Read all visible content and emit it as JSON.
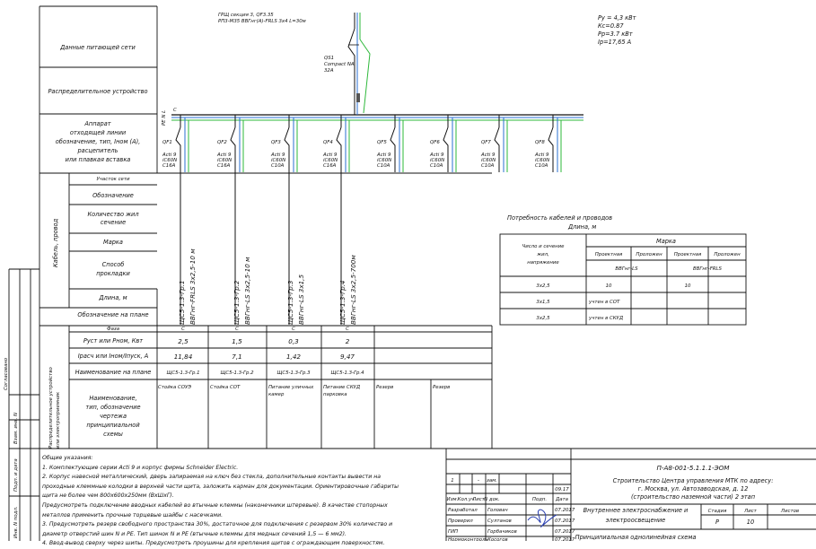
{
  "feed": {
    "line1": "ГРЩ секция 3, QF3.35",
    "line2": "РП3-М35 ВВГнг(А)-FRLS 3х4 L=30м",
    "breaker_name": "QS1",
    "breaker_model": "Compact NA",
    "breaker_rating": "32А"
  },
  "power_summary": {
    "py": "Py = 4,3 кВт",
    "kc": "Кс=0.87",
    "pp": "Рр=3.7 кВт",
    "ip": "Iр=17,65 А"
  },
  "busbar_labels": {
    "c": "С",
    "phases": "PE N L"
  },
  "left_labels": {
    "supply_data": "Данные питающей сети",
    "distribution_device": "Распределительное устройство",
    "apparatus": "Аппарат\nотходящей линии\nобозначение, тип, Iном (А),\nрасцепитель\nили плавкая вставка",
    "cables_group": "Кабель, провод",
    "section": "Участок сети",
    "designation": "Обозначение",
    "cores": "Количество жил\nсечение",
    "mark": "Марка",
    "laying": "Способ\nпрокладки",
    "length": "Длина, м",
    "plan_designation": "Обозначение на плане",
    "receiver_group": "Распределительное устройство\nили электроприемник",
    "phase": "Фаза",
    "power": "Руст или Рном, Квт",
    "current": "Iрасч или Iном/Iпуск, А",
    "plan_name": "Наименование на плане",
    "receiver_name": "Наименование,\nтип, обозначение\nчертежа\nпринципиальной\nсхемы"
  },
  "breakers": [
    {
      "id": "QF1",
      "model": "Acti 9",
      "type": "iC60N",
      "rating": "C16A"
    },
    {
      "id": "QF2",
      "model": "Acti 9",
      "type": "iC60N",
      "rating": "C16A"
    },
    {
      "id": "QF3",
      "model": "Acti 9",
      "type": "iC60N",
      "rating": "C10A"
    },
    {
      "id": "QF4",
      "model": "Acti 9",
      "type": "iC60N",
      "rating": "C16A"
    },
    {
      "id": "QF5",
      "model": "Acti 9",
      "type": "iC60N",
      "rating": "C10A"
    },
    {
      "id": "QF6",
      "model": "Acti 9",
      "type": "iC60N",
      "rating": "C10A"
    },
    {
      "id": "QF7",
      "model": "Acti 9",
      "type": "iC60N",
      "rating": "C10A"
    },
    {
      "id": "QF8",
      "model": "Acti 9",
      "type": "iC60N",
      "rating": "C10A"
    }
  ],
  "cables": [
    {
      "designation": "ЩС5-1.3-Гр.1",
      "spec": "ВВГнг-FRLS 3х2,5-10 м"
    },
    {
      "designation": "ЩС5-1.3-Гр.2",
      "spec": "ВВГнг-LS 3х2,5-10 м"
    },
    {
      "designation": "ЩС5-1.3-Гр.3",
      "spec": "ВВГнг-LS 3х1,5"
    },
    {
      "designation": "ЩС5-1.3-Гр.4",
      "spec": "ВВГнг-LS 3х2,5-700м"
    }
  ],
  "receivers": [
    {
      "phase": "С",
      "power": "2,5",
      "current": "11,84",
      "plan": "ЩС5-1.3-Гр.1",
      "name": "Стойка СОУЭ"
    },
    {
      "phase": "С",
      "power": "1,5",
      "current": "7,1",
      "plan": "ЩС5-1.3-Гр.2",
      "name": "Стойка СОТ"
    },
    {
      "phase": "С",
      "power": "0,3",
      "current": "1,42",
      "plan": "ЩС5-1.3-Гр.3",
      "name": "Питание уличных камер"
    },
    {
      "phase": "С",
      "power": "2",
      "current": "9,47",
      "plan": "ЩС5-1.3-Гр.4",
      "name": "Питание СКУД парковка"
    },
    {
      "phase": "",
      "power": "",
      "current": "",
      "plan": "",
      "name": "Резерв"
    },
    {
      "phase": "",
      "power": "",
      "current": "",
      "plan": "",
      "name": "Резерв"
    }
  ],
  "cable_demand": {
    "title": "Потребность кабелей и проводов",
    "subtitle": "Длина, м",
    "col_section": "Число и сечение\nжил,\nнапряжение",
    "col_mark": "Марка",
    "col_project": "Проектная",
    "col_laid": "Проложен",
    "brand1": "ВВГнг-LS",
    "brand2": "ВВГнг-FRLS",
    "rows": [
      {
        "section": "3х2,5",
        "p1": "10",
        "l1": "",
        "p2": "10",
        "l2": ""
      },
      {
        "section": "3х1,5",
        "p1": "учтен в СОТ",
        "l1": "",
        "p2": "",
        "l2": ""
      },
      {
        "section": "3х2,5",
        "p1": "учтен в СКУД",
        "l1": "",
        "p2": "",
        "l2": ""
      }
    ]
  },
  "notes": {
    "title": "Общие указания:",
    "lines": [
      "1. Комплектующие серии Acti 9 и корпус фирмы Schneider Electric.",
      "2. Корпус навесной металлический, дверь запираемая на ключ без стекла, дополнительные контакты вывести на",
      "проходные клеммные колодки в верхней части щита, заложить карман для документации. Ориентировочные габариты",
      "щита не более чем 800х600х250мм (ВхШхГ).",
      "Предусмотреть подключение вводных кабелей во втычные клеммы (наконечники штеревые). В качестве стопорных",
      "металлов применить прочные торцевые шайбы с насечками.",
      "3. Предусмотреть резерв свободного пространства 30%, достаточное для подключения с резервом 30% количество и",
      "диаметр отверстий шин N и PE. Тип шинок N и PE (втычные клеммы для медных сечений 1,5 — 6 мм2).",
      "4. Ввод-вывод сверху через шипы. Предусмотреть проушины для крепления щитов с ограждающим поверхностям."
    ]
  },
  "stamp": {
    "doc_code": "П-А8-001-5.1.1.1-ЭОМ",
    "project_title": "Строительство Центра управления МТК по адресу:",
    "project_addr": "г. Москва, ул. Автозаводская, д. 12",
    "project_sub": "(строительство наземной части) 2 этап",
    "section_title": "Внутреннее электроснабжение и",
    "section_title2": "электроосвещение",
    "sheet_title": "Принципиальная однолинейная схема",
    "rev_row": {
      "n": "1",
      "dash": "-",
      "zam": "зам.",
      "date": "09.17"
    },
    "h_izm": "Изм.",
    "h_kol": "Кол.уч",
    "h_list": "Лист",
    "h_ndok": "N док.",
    "h_podp": "Подп.",
    "h_date": "Дата",
    "h_stage": "Стадия",
    "h_sheet": "Лист",
    "h_sheets": "Листов",
    "stage": "Р",
    "sheet": "10",
    "sheets": "",
    "roles": [
      {
        "role": "Разработал",
        "name": "Головач",
        "date": "07.2017"
      },
      {
        "role": "Проверил",
        "name": "Султанов",
        "date": "07.2017"
      },
      {
        "role": "ГИП",
        "name": "Горбачиков",
        "date": "07.2017"
      },
      {
        "role": "Нормоконтроль",
        "name": "Косогов",
        "date": "07.2017"
      }
    ]
  },
  "side": {
    "agreed": "Согласовано",
    "inv_zam": "Взам. инв. N",
    "podp_date": "Подп. и дата",
    "inv_podl": "Инв. N подл."
  }
}
